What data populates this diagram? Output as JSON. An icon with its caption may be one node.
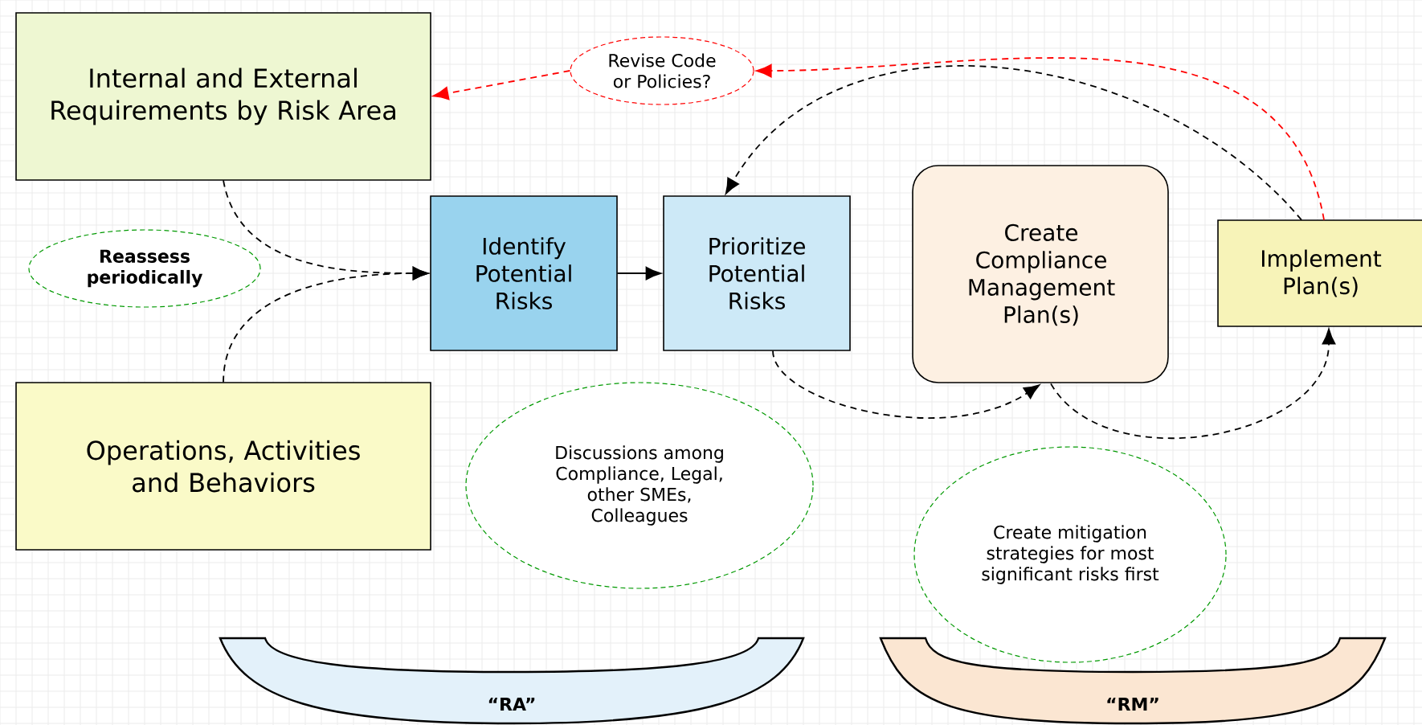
{
  "diagram": {
    "nodes": [
      {
        "text": [
          "Internal and External Requirements by Risk Area"
        ]
      },
      {
        "text": [
          "Revise Code or Policies?"
        ]
      },
      {
        "text": [
          "Reassess periodically"
        ]
      },
      {
        "text": [
          "Identify Potential Risks"
        ]
      },
      {
        "text": [
          "Prioritize Potential Risks"
        ]
      },
      {
        "text": [
          "Create Compliance Management Plan(s)"
        ]
      },
      {
        "text": [
          "Implement Plan(s)"
        ]
      },
      {
        "text": [
          "Operations, Activities and Behaviors"
        ]
      },
      {
        "text": [
          "Discussions among Compliance, Legal, other SMEs, Colleagues"
        ]
      },
      {
        "text": [
          "Create mitigation strategies for most significant risks first"
        ]
      },
      {
        "text": [
          "“RA”"
        ]
      },
      {
        "text": [
          "“RM”"
        ]
      }
    ],
    "edges": [
      {
        "from": 0,
        "to": 3,
        "arrow": "to",
        "style": "dashed"
      },
      {
        "from": 7,
        "to": 3,
        "arrow": "to",
        "style": "dashed"
      },
      {
        "from": 3,
        "to": 4,
        "arrow": "to"
      },
      {
        "from": 6,
        "to": 4,
        "arrow": "to",
        "style": "dashed"
      },
      {
        "from": 4,
        "to": 5,
        "arrow": "to",
        "style": "dashed"
      },
      {
        "from": 5,
        "to": 6,
        "arrow": "to",
        "style": "dashed"
      },
      {
        "from": 6,
        "to": 1,
        "arrow": "to",
        "style": "dashed",
        "color": "#ff0000"
      },
      {
        "from": 1,
        "to": 0,
        "arrow": "to",
        "style": "dashed",
        "color": "#ff0000"
      }
    ]
  }
}
